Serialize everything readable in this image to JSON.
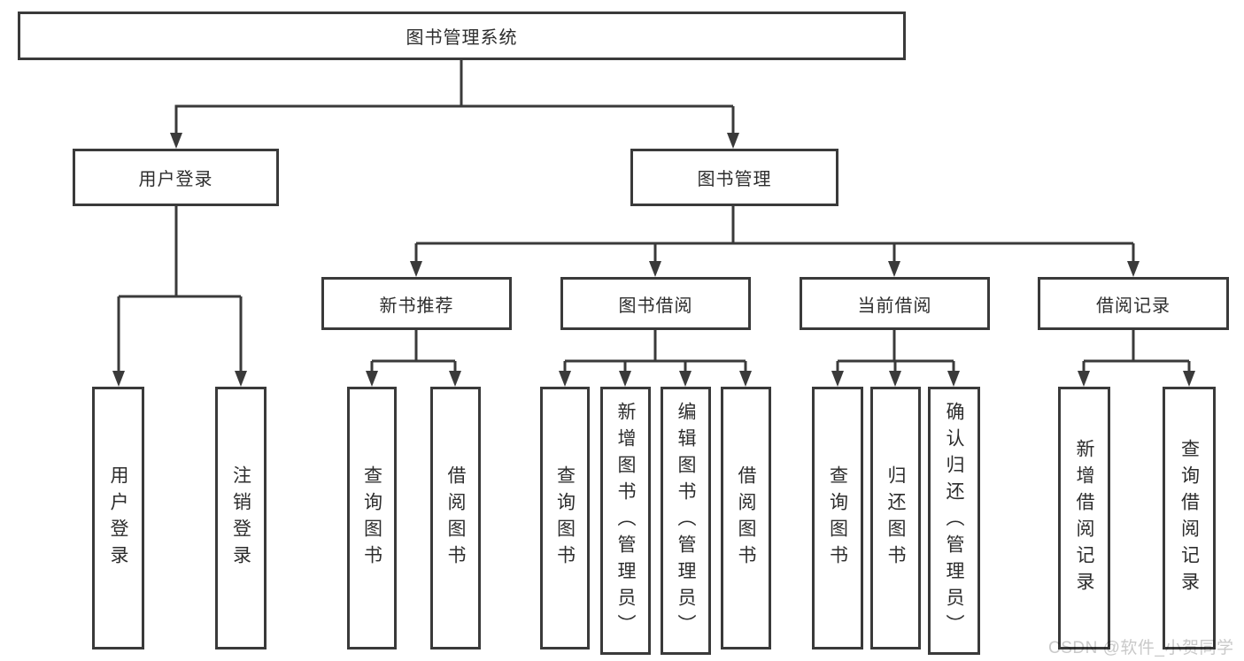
{
  "diagram": {
    "root": {
      "label": "图书管理系统"
    },
    "branches": [
      {
        "label": "用户登录",
        "children": [
          {
            "label": "用户登录"
          },
          {
            "label": "注销登录"
          }
        ]
      },
      {
        "label": "图书管理",
        "children": [
          {
            "label": "新书推荐",
            "children": [
              {
                "label": "查询图书"
              },
              {
                "label": "借阅图书"
              }
            ]
          },
          {
            "label": "图书借阅",
            "children": [
              {
                "label": "查询图书"
              },
              {
                "label": "新增图书（管理员）"
              },
              {
                "label": "编辑图书（管理员）"
              },
              {
                "label": "借阅图书"
              }
            ]
          },
          {
            "label": "当前借阅",
            "children": [
              {
                "label": "查询图书"
              },
              {
                "label": "归还图书"
              },
              {
                "label": "确认归还（管理员）"
              }
            ]
          },
          {
            "label": "借阅记录",
            "children": [
              {
                "label": "新增借阅记录"
              },
              {
                "label": "查询借阅记录"
              }
            ]
          }
        ]
      }
    ]
  },
  "watermark": {
    "text": "CSDN @软件_小贺同学"
  },
  "colors": {
    "line": "#3a3a3a",
    "box_border": "#3a3a3a",
    "text": "#2d2d2d",
    "background": "#ffffff",
    "watermark": "#c9c9c9"
  }
}
